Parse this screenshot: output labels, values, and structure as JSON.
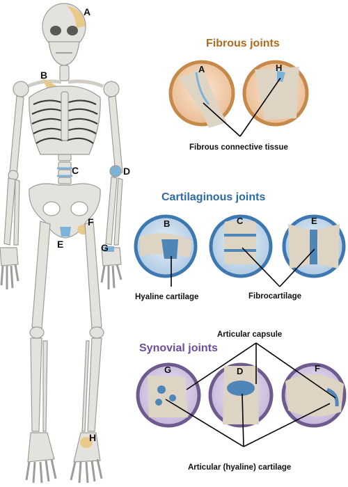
{
  "skeleton": {
    "labels": [
      "A",
      "B",
      "C",
      "D",
      "E",
      "F",
      "G",
      "H"
    ]
  },
  "fibrous": {
    "heading": "Fibrous joints",
    "color": "#b06a1e",
    "circles": [
      "A",
      "H"
    ],
    "caption": "Fibrous connective tissue"
  },
  "cartilaginous": {
    "heading": "Cartilaginous joints",
    "color": "#2e6aa6",
    "circles": [
      "B",
      "C",
      "E"
    ],
    "caption_left": "Hyaline cartilage",
    "caption_right": "Fibrocartilage"
  },
  "synovial": {
    "heading": "Synovial joints",
    "color": "#6f4c9b",
    "circles": [
      "G",
      "D",
      "F"
    ],
    "caption_top": "Articular capsule",
    "caption_bottom": "Articular (hyaline) cartilage"
  },
  "colors": {
    "bone": "#e4e2dc",
    "bone_edge": "#9e9c96",
    "joint_fibrous": "#e8c98a",
    "joint_cartilage": "#7eb3d8",
    "fibrous_ring": "#c58a4a",
    "fibrous_fill": "#f3d2b3",
    "cartilage_ring": "#3d78b0",
    "cartilage_fill": "#cfe0ef",
    "synovial_ring": "#6f5a8e",
    "synovial_fill": "#ddd3e8"
  }
}
